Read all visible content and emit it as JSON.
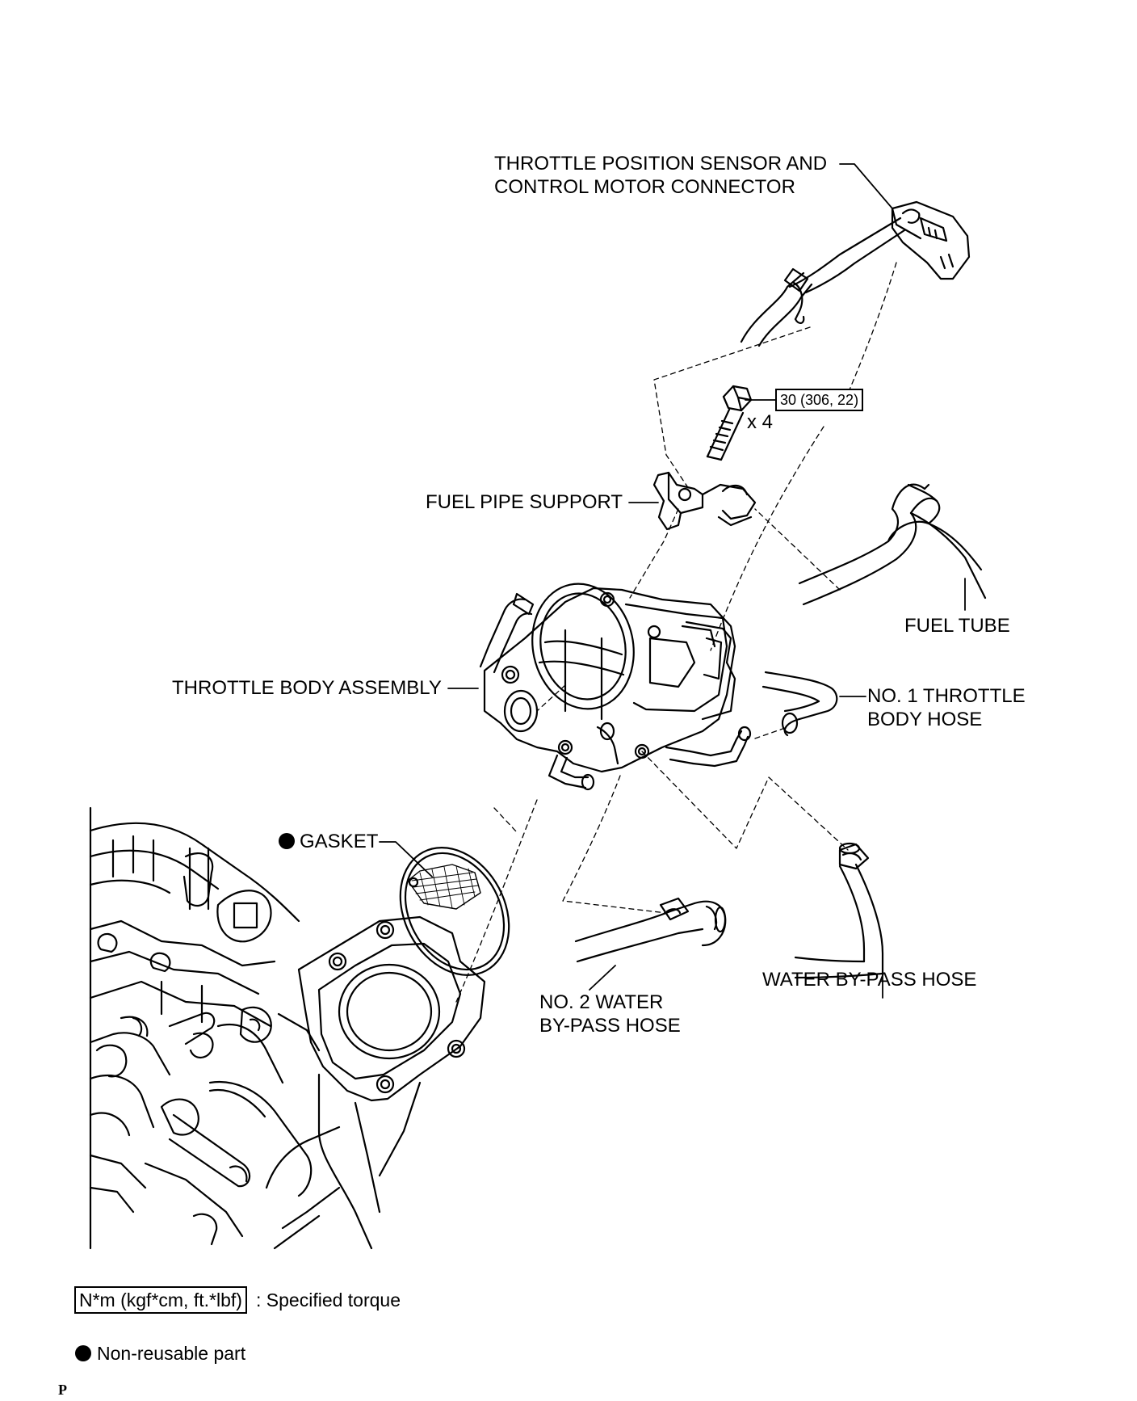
{
  "labels": {
    "tps_connector_line1": "THROTTLE POSITION SENSOR AND",
    "tps_connector_line2": "CONTROL MOTOR CONNECTOR",
    "torque_value": "30 (306, 22)",
    "bolt_quantity": "x 4",
    "fuel_pipe_support": "FUEL PIPE SUPPORT",
    "fuel_tube": "FUEL TUBE",
    "throttle_body_assembly": "THROTTLE BODY ASSEMBLY",
    "no1_throttle_body_hose_line1": "NO. 1 THROTTLE",
    "no1_throttle_body_hose_line2": "BODY HOSE",
    "gasket": "GASKET",
    "water_bypass_hose": "WATER BY-PASS HOSE",
    "no2_water_bypass_hose_line1": "NO. 2 WATER",
    "no2_water_bypass_hose_line2": "BY-PASS HOSE"
  },
  "legend": {
    "torque_unit": "N*m (kgf*cm, ft.*lbf)",
    "torque_desc": ": Specified torque",
    "nonreusable_desc": "Non-reusable part"
  },
  "page_mark": "P"
}
